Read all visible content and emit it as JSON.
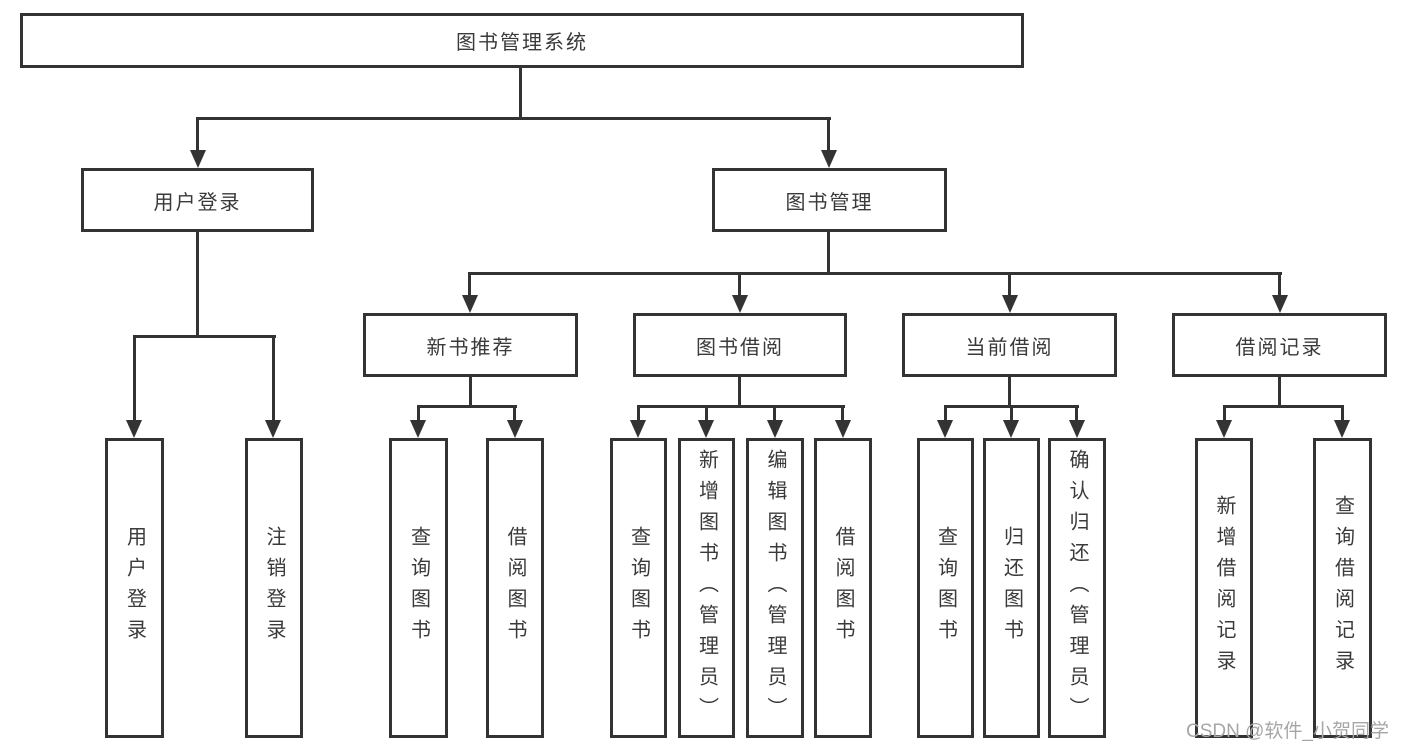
{
  "diagram": {
    "root": {
      "label": "图书管理系统"
    },
    "level1": [
      {
        "label": "用户登录"
      },
      {
        "label": "图书管理"
      }
    ],
    "level2": [
      {
        "label": "新书推荐",
        "parent": "图书管理"
      },
      {
        "label": "图书借阅",
        "parent": "图书管理"
      },
      {
        "label": "当前借阅",
        "parent": "图书管理"
      },
      {
        "label": "借阅记录",
        "parent": "图书管理"
      }
    ],
    "leaves": [
      {
        "label": "用户登录",
        "parent": "用户登录"
      },
      {
        "label": "注销登录",
        "parent": "用户登录"
      },
      {
        "label": "查询图书",
        "parent": "新书推荐"
      },
      {
        "label": "借阅图书",
        "parent": "新书推荐"
      },
      {
        "label": "查询图书",
        "parent": "图书借阅"
      },
      {
        "label": "新增图书（管理员）",
        "parent": "图书借阅"
      },
      {
        "label": "编辑图书（管理员）",
        "parent": "图书借阅"
      },
      {
        "label": "借阅图书",
        "parent": "图书借阅"
      },
      {
        "label": "查询图书",
        "parent": "当前借阅"
      },
      {
        "label": "归还图书",
        "parent": "当前借阅"
      },
      {
        "label": "确认归还（管理员）",
        "parent": "当前借阅"
      },
      {
        "label": "新增借阅记录",
        "parent": "借阅记录"
      },
      {
        "label": "查询借阅记录",
        "parent": "借阅记录"
      }
    ],
    "watermark": "CSDN @软件_小贺同学",
    "colors": {
      "line": "#333333",
      "text": "#3a3a3a",
      "watermark": "#a6a6a6",
      "background": "#ffffff"
    }
  }
}
